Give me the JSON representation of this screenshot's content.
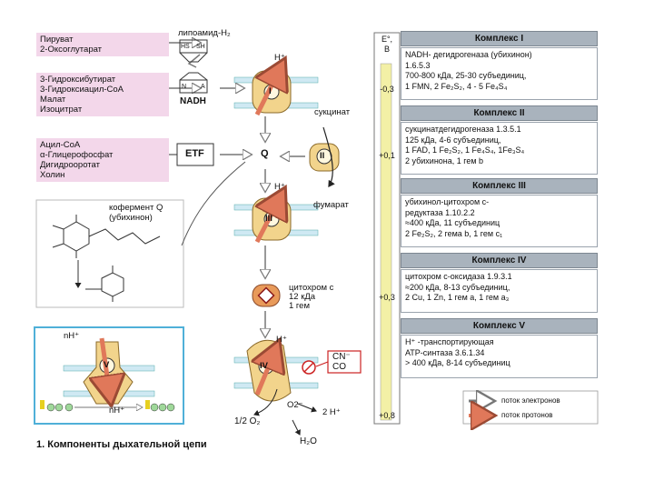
{
  "substrates": {
    "group1": [
      "Пируват",
      "2-Оксоглутарат"
    ],
    "group2": [
      "3-Гидроксибутират",
      "3-Гидроксиацил-CoA",
      "Малат",
      "Изоцитрат"
    ],
    "group3": [
      "Ацил-CoA",
      "α-Глицерофосфат",
      "Дигидрооротат",
      "Холин"
    ]
  },
  "labels": {
    "lipoamide": "липоамид-H₂",
    "hs": "HS",
    "sh": "SH",
    "nadh": "NADH",
    "n": "N",
    "a": "A",
    "etf": "ETF",
    "q": "Q",
    "succinate": "сукцинат",
    "fumarate": "фумарат",
    "coenzyme_title1": "кофермент Q",
    "coenzyme_title2": "(убихинон)",
    "cytc1": "цитохром с",
    "cytc2": "12 кДа",
    "cytc3": "1 гем",
    "cn": "CN⁻",
    "co": "CO",
    "o2": "O2⁻",
    "half_o2": "1/2 O₂",
    "two_h": "2 H⁺",
    "h2o": "H₂O",
    "nh_top": "nH⁺",
    "nh_bottom": "nH⁺",
    "h_plus": "H⁺",
    "roman1": "I",
    "roman2": "II",
    "roman3": "III",
    "roman4": "IV",
    "roman5": "V"
  },
  "caption": "1. Компоненты дыхательной цепи",
  "potential_header": [
    "E°,",
    "B"
  ],
  "potentials": [
    "-0,3",
    "+0,1",
    "+0,3",
    "+0,8"
  ],
  "complexes": [
    {
      "title": "Комплекс I",
      "desc": "NADH- дегидрогеназа (убихинон)\n1.6.5.3\n700-800 кДа, 25-30 субъединиц,\n1 FMN, 2 Fe₂S₂, 4 - 5 Fe₄S₄"
    },
    {
      "title": "Комплекс II",
      "desc": "сукцинатдегидрогеназа 1.3.5.1\n125 кДа, 4-6 субъединиц,\n1 FAD, 1 Fe₂S₂, 1 Fe₄S₄, 1Fe₃S₄\n2 убихинона, 1 гем b"
    },
    {
      "title": "Комплекс III",
      "desc": "убихинол-цитохром с-\nредуктаза 1.10.2.2\n≈400 кДа, 11 субъединиц\n2 Fe₂S₂, 2 гема b, 1 гем c₁"
    },
    {
      "title": "Комплекс IV",
      "desc": "цитохром с-оксидаза 1.9.3.1\n≈200 кДа, 8-13 субъединиц,\n2 Cu, 1 Zn, 1 гем a, 1 гем a₃"
    },
    {
      "title": "Комплекс V",
      "desc": "H⁺ -транспортирующая\nАТР-синтаза 3.6.1.34\n> 400 кДа, 8-14 субъединиц"
    }
  ],
  "legend": {
    "electrons": "поток электронов",
    "protons": "поток протонов"
  },
  "colors": {
    "membrane": "#cfe9f3",
    "complex": "#f2d48c",
    "proton_arrow": "#e0785a",
    "electron_arrow": "#ffffff",
    "substrate_box": "#f3d7ea",
    "scale_bar": "#f3f0a6",
    "header": "#a9b3bd"
  }
}
